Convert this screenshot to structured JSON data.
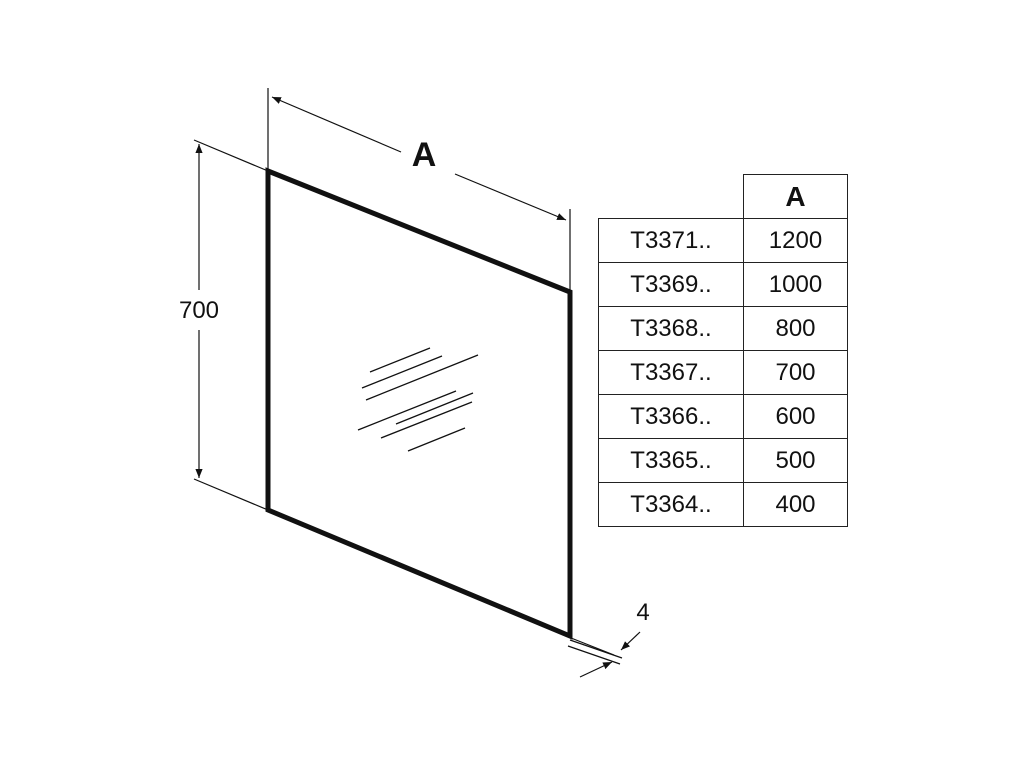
{
  "dimensions": {
    "width_label": "A",
    "height_label": "700",
    "depth_label": "4"
  },
  "table": {
    "column_header": "A",
    "rows": [
      {
        "code": "T3371..",
        "value": "1200"
      },
      {
        "code": "T3369..",
        "value": "1000"
      },
      {
        "code": "T3368..",
        "value": "800"
      },
      {
        "code": "T3367..",
        "value": "700"
      },
      {
        "code": "T3366..",
        "value": "600"
      },
      {
        "code": "T3365..",
        "value": "500"
      },
      {
        "code": "T3364..",
        "value": "400"
      }
    ]
  }
}
